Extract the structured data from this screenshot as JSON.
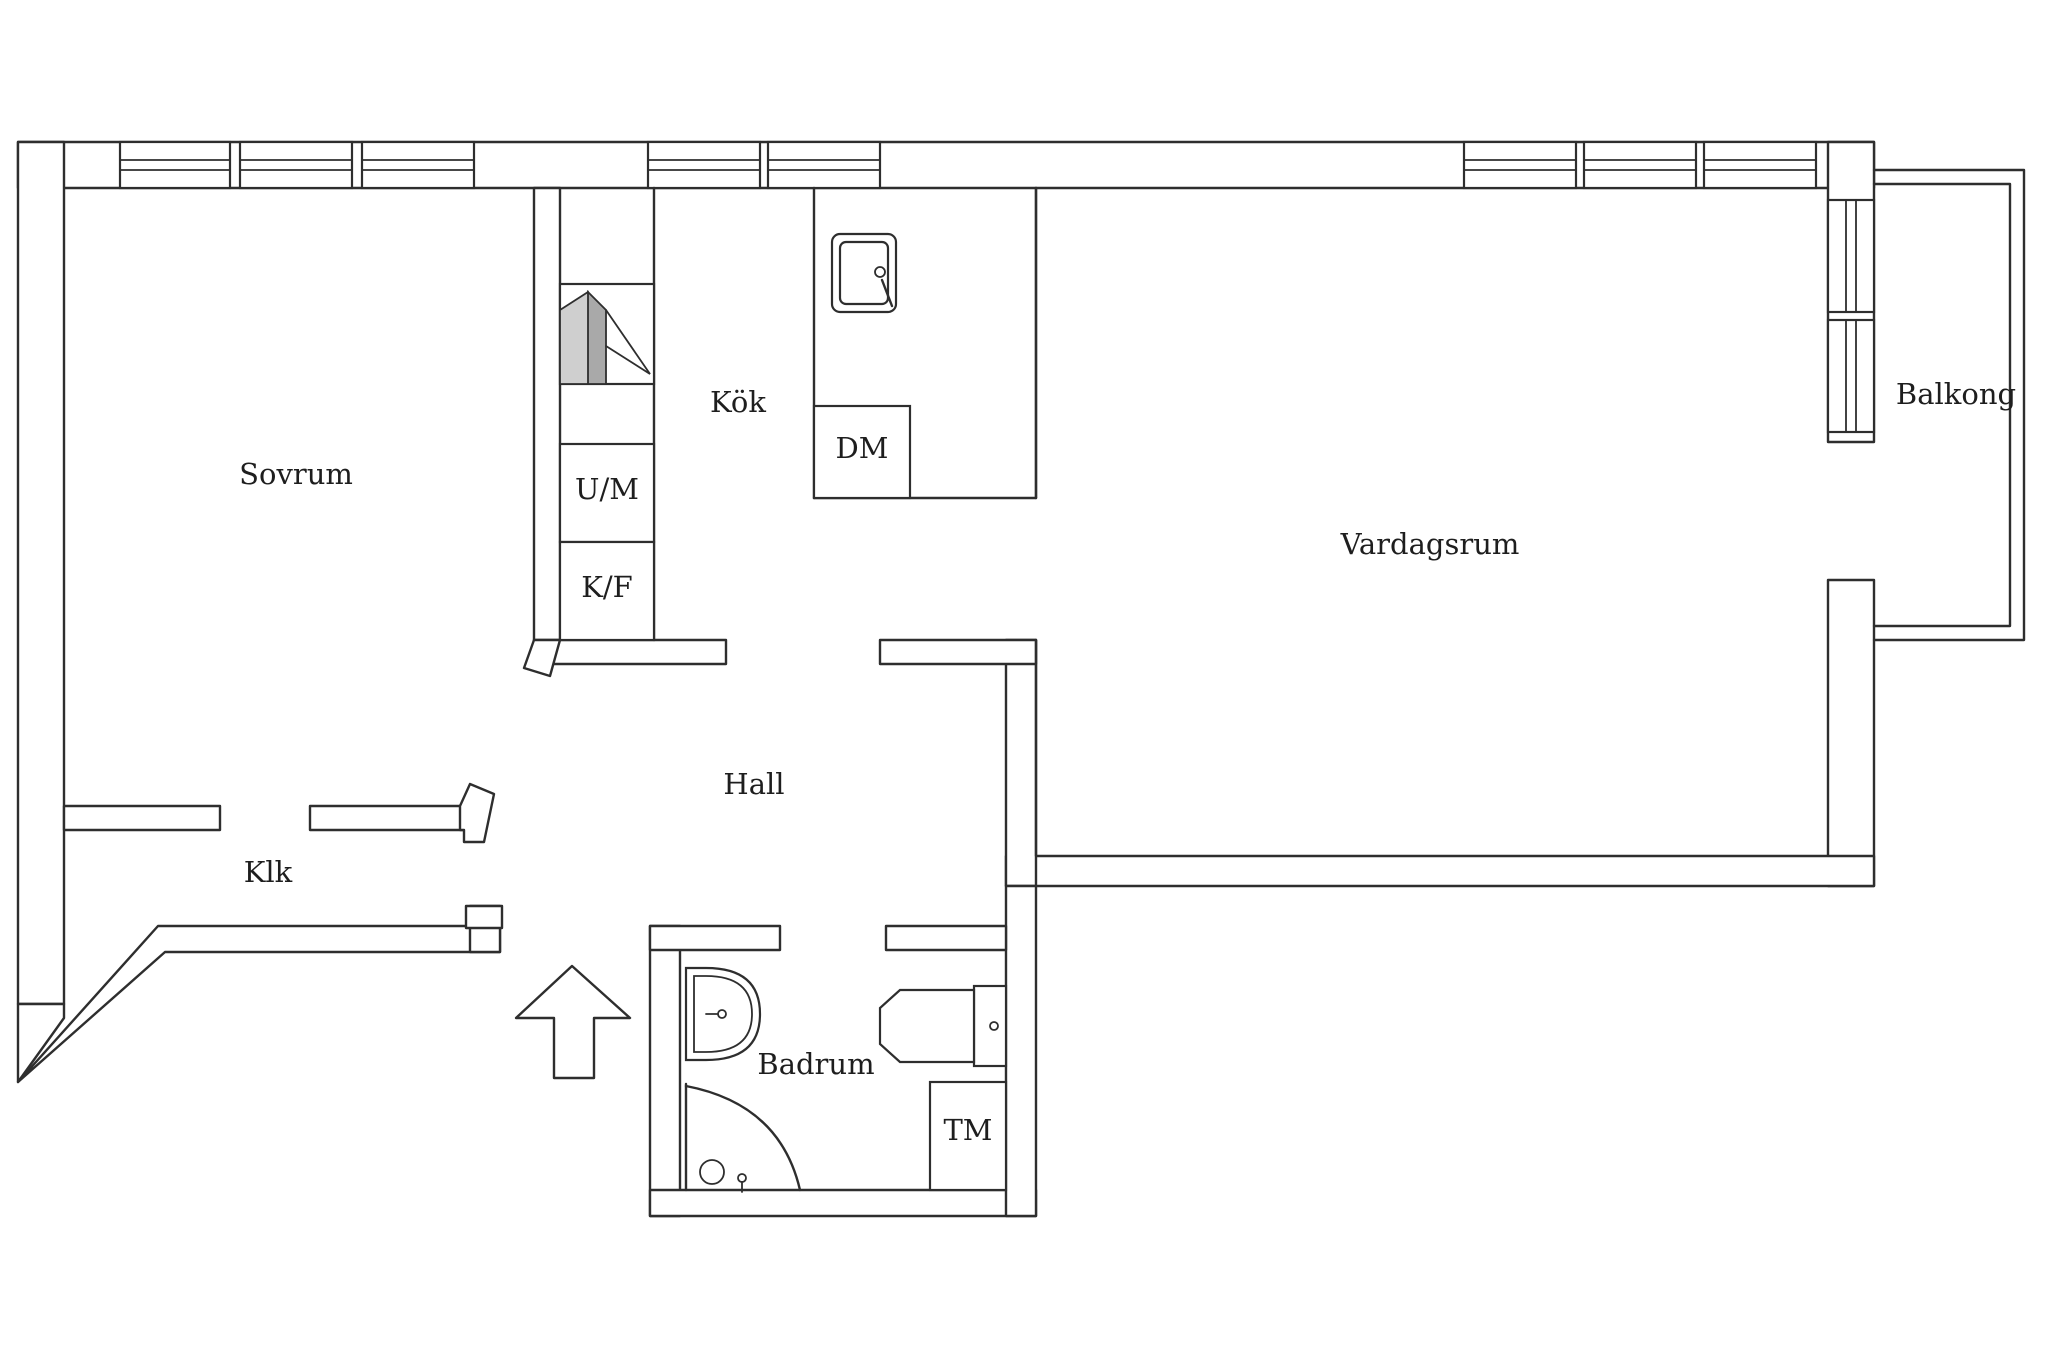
{
  "rooms": {
    "sovrum": "Sovrum",
    "kok": "Kök",
    "vardagsrum": "Vardagsrum",
    "balkong": "Balkong",
    "hall": "Hall",
    "klk": "Klk",
    "badrum": "Badrum"
  },
  "fixtures": {
    "um": "U/M",
    "kf": "K/F",
    "dm": "DM",
    "tm": "TM"
  },
  "icons": {
    "entrance": "entrance-arrow-icon",
    "sink": "sink-icon",
    "stove": "stove-hood-icon",
    "toilet": "toilet-icon",
    "washbasin": "washbasin-icon",
    "shower": "shower-icon"
  },
  "colors": {
    "line": "#2e2e2e",
    "background": "#ffffff",
    "shade": "#a9a9a9"
  }
}
